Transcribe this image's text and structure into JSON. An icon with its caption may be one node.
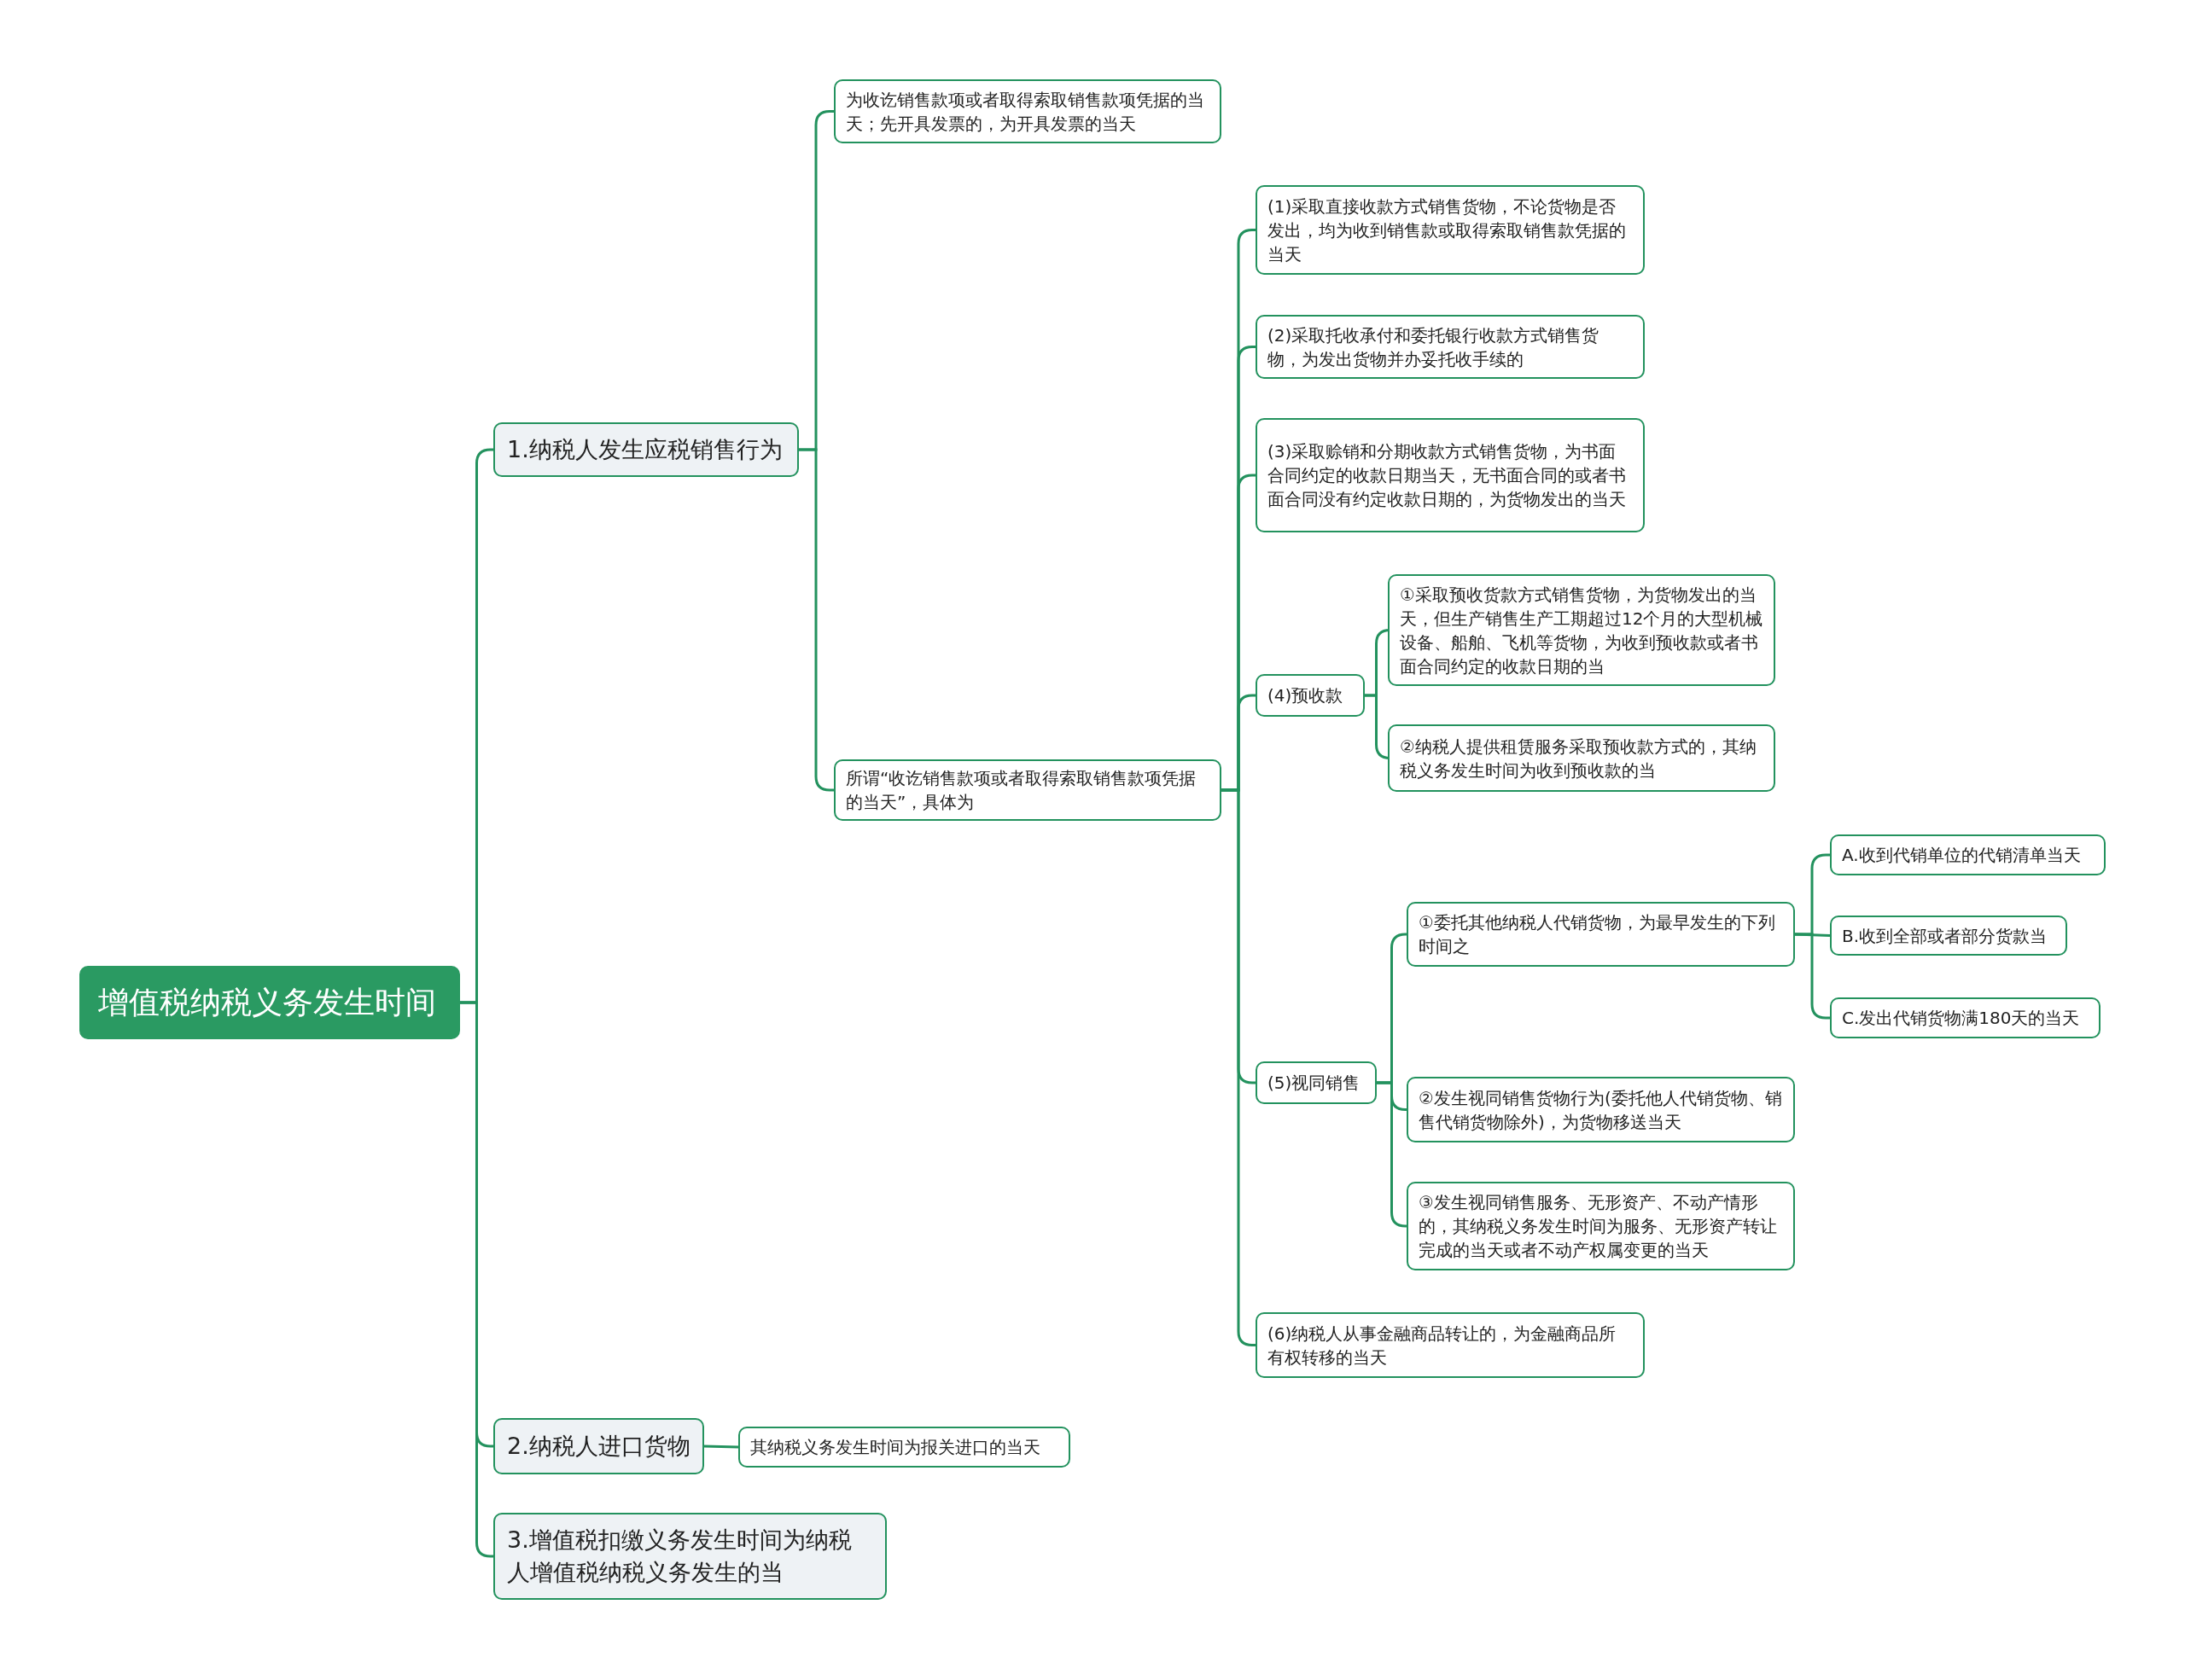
{
  "diagram": {
    "nodes": [
      {
        "text": [
          "增值税纳税义务发生时间"
        ]
      },
      {
        "text": [
          "1.纳税人发生应税销售行为"
        ]
      },
      {
        "text": [
          "为收讫销售款项或者取得索取销售款项凭据的当天；先开具发票的，为开具发票的当天"
        ]
      },
      {
        "text": [
          "所谓“收讫销售款项或者取得索取销售款项凭据的当天”，具体为"
        ]
      },
      {
        "text": [
          "(1)采取直接收款方式销售货物，不论货物是否发出，均为收到销售款或取得索取销售款凭据的当天"
        ]
      },
      {
        "text": [
          "(2)采取托收承付和委托银行收款方式销售货物，为发出货物并办妥托收手续的"
        ]
      },
      {
        "text": [
          "(3)采取赊销和分期收款方式销售货物，为书面合同约定的收款日期当天，无书面合同的或者书面合同没有约定收款日期的，为货物发出的当天"
        ]
      },
      {
        "text": [
          "(4)预收款"
        ]
      },
      {
        "text": [
          "①采取预收货款方式销售货物，为货物发出的当天，但生产销售生产工期超过12个月的大型机械设备、船舶、飞机等货物，为收到预收款或者书面合同约定的收款日期的当"
        ]
      },
      {
        "text": [
          "②纳税人提供租赁服务采取预收款方式的，其纳税义务发生时间为收到预收款的当"
        ]
      },
      {
        "text": [
          "(5)视同销售"
        ]
      },
      {
        "text": [
          "①委托其他纳税人代销货物，为最早发生的下列时间之"
        ]
      },
      {
        "text": [
          "A.收到代销单位的代销清单当天"
        ]
      },
      {
        "text": [
          "B.收到全部或者部分货款当"
        ]
      },
      {
        "text": [
          "C.发出代销货物满180天的当天"
        ]
      },
      {
        "text": [
          "②发生视同销售货物行为(委托他人代销货物、销售代销货物除外)，为货物移送当天"
        ]
      },
      {
        "text": [
          "③发生视同销售服务、无形资产、不动产情形的，其纳税义务发生时间为服务、无形资产转让完成的当天或者不动产权属变更的当天"
        ]
      },
      {
        "text": [
          "(6)纳税人从事金融商品转让的，为金融商品所有权转移的当天"
        ]
      },
      {
        "text": [
          "2.纳税人进口货物"
        ]
      },
      {
        "text": [
          "其纳税义务发生时间为报关进口的当天"
        ]
      },
      {
        "text": [
          "3.增值税扣缴义务发生时间为纳税人增值税纳税义务发生的当"
        ]
      }
    ],
    "edges": [
      {
        "from": 0,
        "to": 1,
        "arrow": "none"
      },
      {
        "from": 0,
        "to": 18,
        "arrow": "none"
      },
      {
        "from": 0,
        "to": 20,
        "arrow": "none"
      },
      {
        "from": 1,
        "to": 2,
        "arrow": "none"
      },
      {
        "from": 1,
        "to": 3,
        "arrow": "none"
      },
      {
        "from": 3,
        "to": 4,
        "arrow": "none"
      },
      {
        "from": 3,
        "to": 5,
        "arrow": "none"
      },
      {
        "from": 3,
        "to": 6,
        "arrow": "none"
      },
      {
        "from": 3,
        "to": 7,
        "arrow": "none"
      },
      {
        "from": 3,
        "to": 10,
        "arrow": "none"
      },
      {
        "from": 3,
        "to": 17,
        "arrow": "none"
      },
      {
        "from": 7,
        "to": 8,
        "arrow": "none"
      },
      {
        "from": 7,
        "to": 9,
        "arrow": "none"
      },
      {
        "from": 10,
        "to": 11,
        "arrow": "none"
      },
      {
        "from": 10,
        "to": 15,
        "arrow": "none"
      },
      {
        "from": 10,
        "to": 16,
        "arrow": "none"
      },
      {
        "from": 11,
        "to": 12,
        "arrow": "none"
      },
      {
        "from": 11,
        "to": 13,
        "arrow": "none"
      },
      {
        "from": 11,
        "to": 14,
        "arrow": "none"
      },
      {
        "from": 18,
        "to": 19,
        "arrow": "none"
      }
    ]
  }
}
